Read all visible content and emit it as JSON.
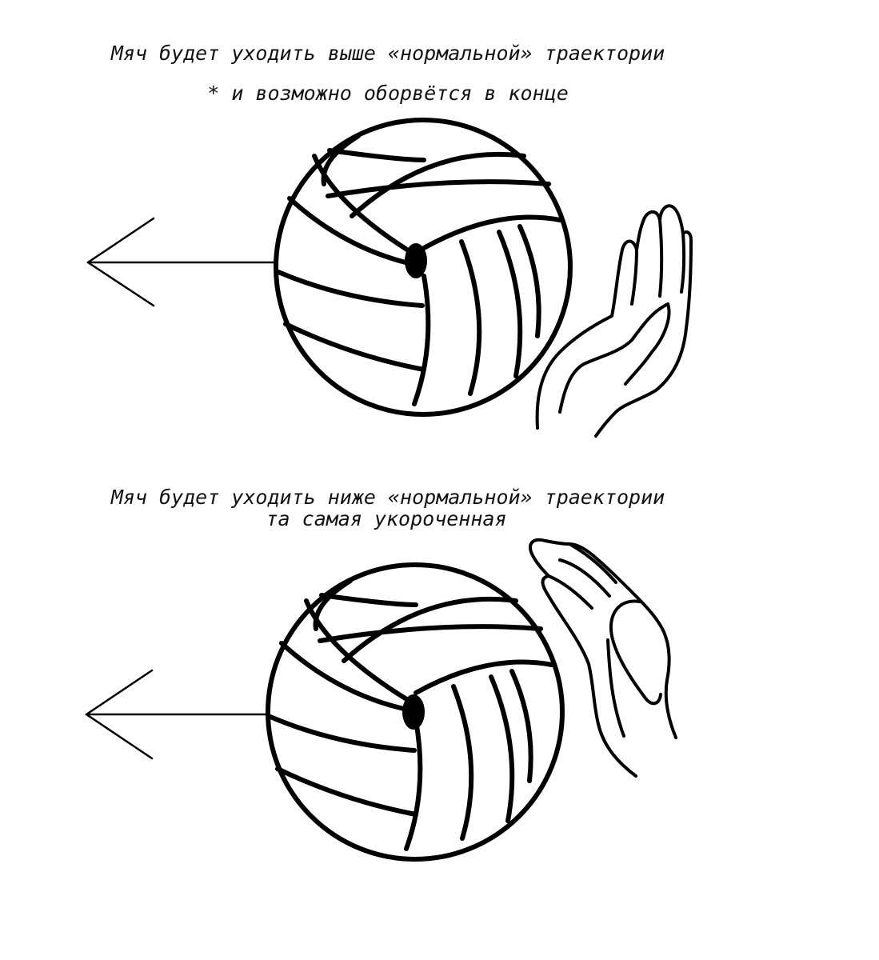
{
  "captions": {
    "top_line_1": "Мяч будет уходить выше «нормальной» траектории",
    "top_line_2": "* и возможно оборвётся в конце",
    "bottom_line_1": "Мяч будет уходить ниже «нормальной» траектории",
    "bottom_line_2": "та самая укороченная"
  },
  "colors": {
    "ink": "#000000",
    "paper": "#ffffff"
  }
}
